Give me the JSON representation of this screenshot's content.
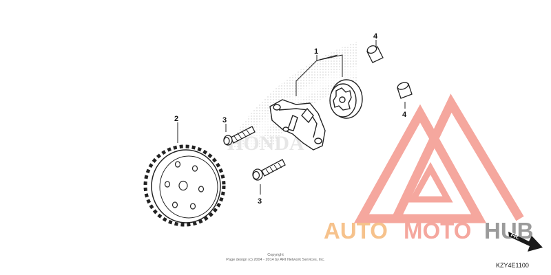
{
  "diagram": {
    "callouts": {
      "oil_pump": "1",
      "driven_gear": "2",
      "bolt_upper": "3",
      "bolt_lower": "3",
      "dowel_pin_upper": "4",
      "dowel_pin_lower": "4"
    },
    "diagram_code": "KZY4E1100",
    "copyright_line1": "Copyright",
    "copyright_line2": "Page design (c) 2004 - 2014 by ARI Network Services, Inc.",
    "front_marker": "FR."
  },
  "watermark": {
    "brand_part1": "AUTO",
    "brand_part2": "MOTO",
    "brand_part3": "HUB",
    "background_logo": "HONDA",
    "colors": {
      "triangle": "#f5a79e",
      "auto_text": "#f6c28c",
      "moto_text": "#f5a79e",
      "hub_text": "#9b9b9b"
    }
  }
}
